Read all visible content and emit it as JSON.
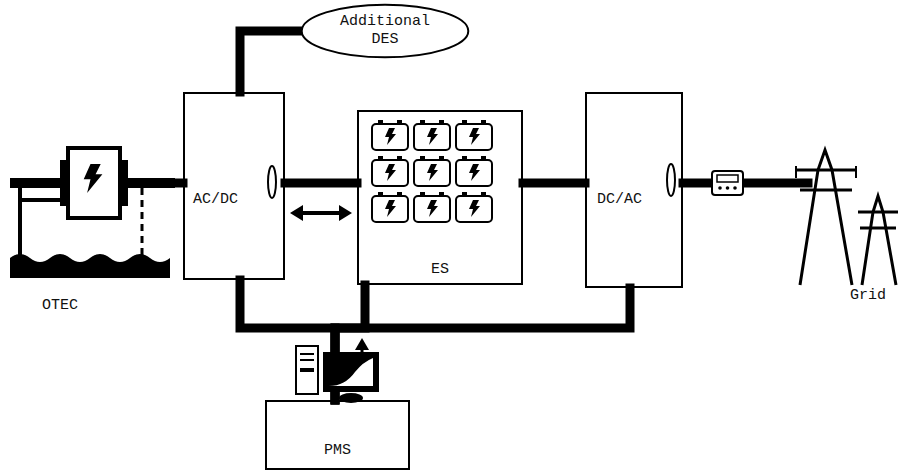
{
  "diagram": {
    "nodes": [
      {
        "text": [
          "OTEC"
        ]
      },
      {
        "text": [
          "AC/DC"
        ]
      },
      {
        "text": [
          "Additional DES"
        ]
      },
      {
        "text": [
          "ES"
        ]
      },
      {
        "text": [
          "DC/AC"
        ]
      },
      {
        "text": [
          "Grid"
        ]
      },
      {
        "text": [
          "PMS"
        ]
      }
    ],
    "edges": [
      {
        "from": 0,
        "to": 1,
        "arrow": "none"
      },
      {
        "from": 1,
        "to": 2,
        "arrow": "none"
      },
      {
        "from": 1,
        "to": 3,
        "arrow": "none"
      },
      {
        "from": 3,
        "to": 4,
        "arrow": "none"
      },
      {
        "from": 4,
        "to": 5,
        "arrow": "none"
      },
      {
        "from": 6,
        "to": 1,
        "arrow": "none"
      },
      {
        "from": 6,
        "to": 3,
        "arrow": "none"
      },
      {
        "from": 6,
        "to": 4,
        "arrow": "none"
      }
    ]
  }
}
